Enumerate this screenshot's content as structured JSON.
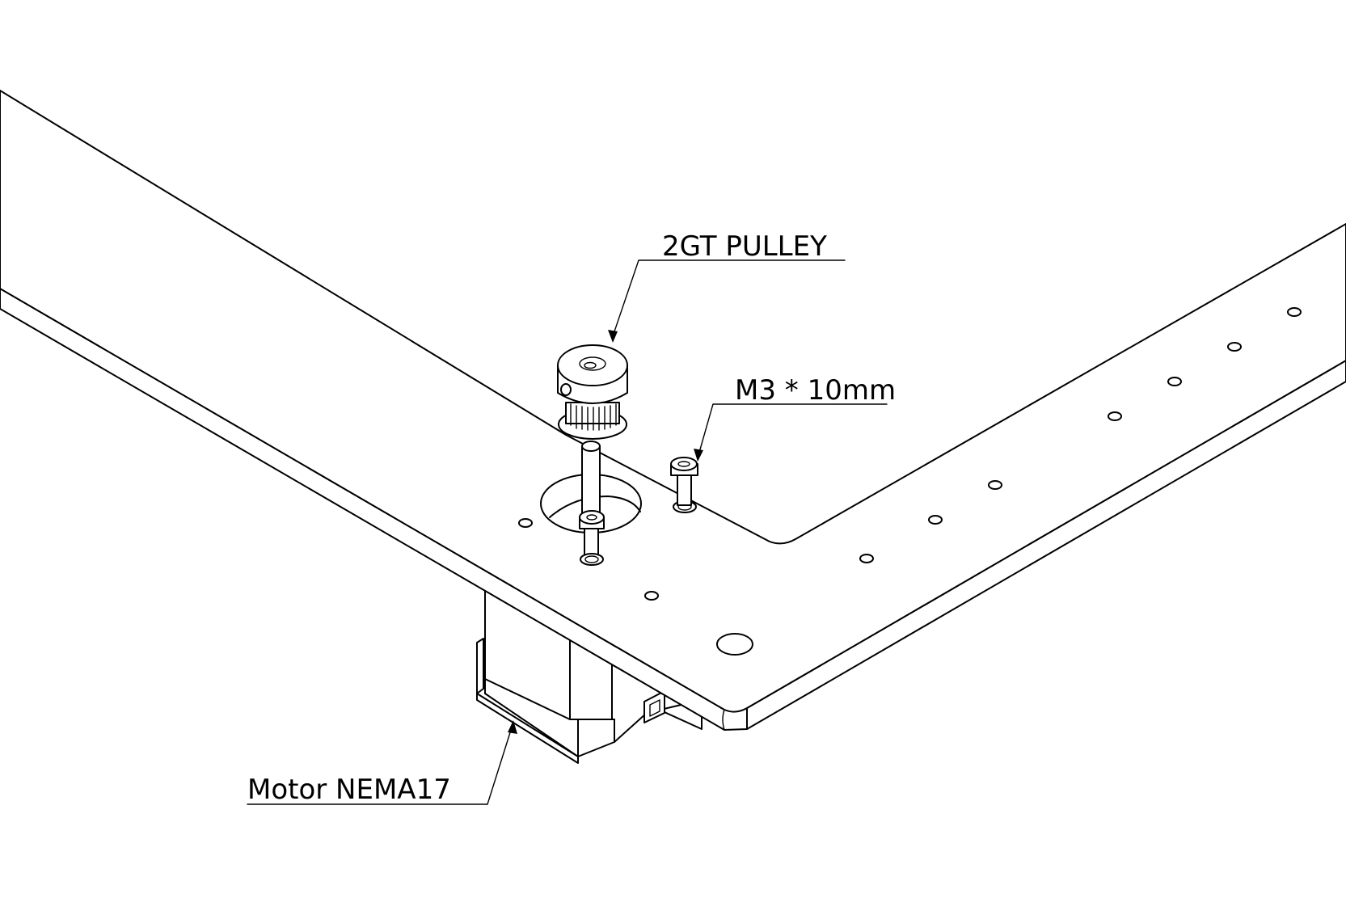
{
  "callouts": {
    "pulley": "2GT PULLEY",
    "screw": "M3 * 10mm",
    "motor": "Motor NEMA17"
  },
  "colors": {
    "line": "#000000",
    "background": "#ffffff"
  }
}
